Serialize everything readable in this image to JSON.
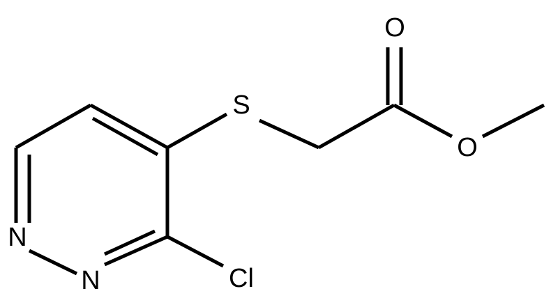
{
  "molecule": {
    "atoms": {
      "n_upper": "N",
      "n_lower": "N",
      "chlorine": "Cl",
      "sulfur": "S",
      "carbonyl_oxygen": "O",
      "ester_oxygen": "O"
    }
  },
  "colors": {
    "bond": "#000000",
    "label": "#000000",
    "background": "#ffffff"
  }
}
